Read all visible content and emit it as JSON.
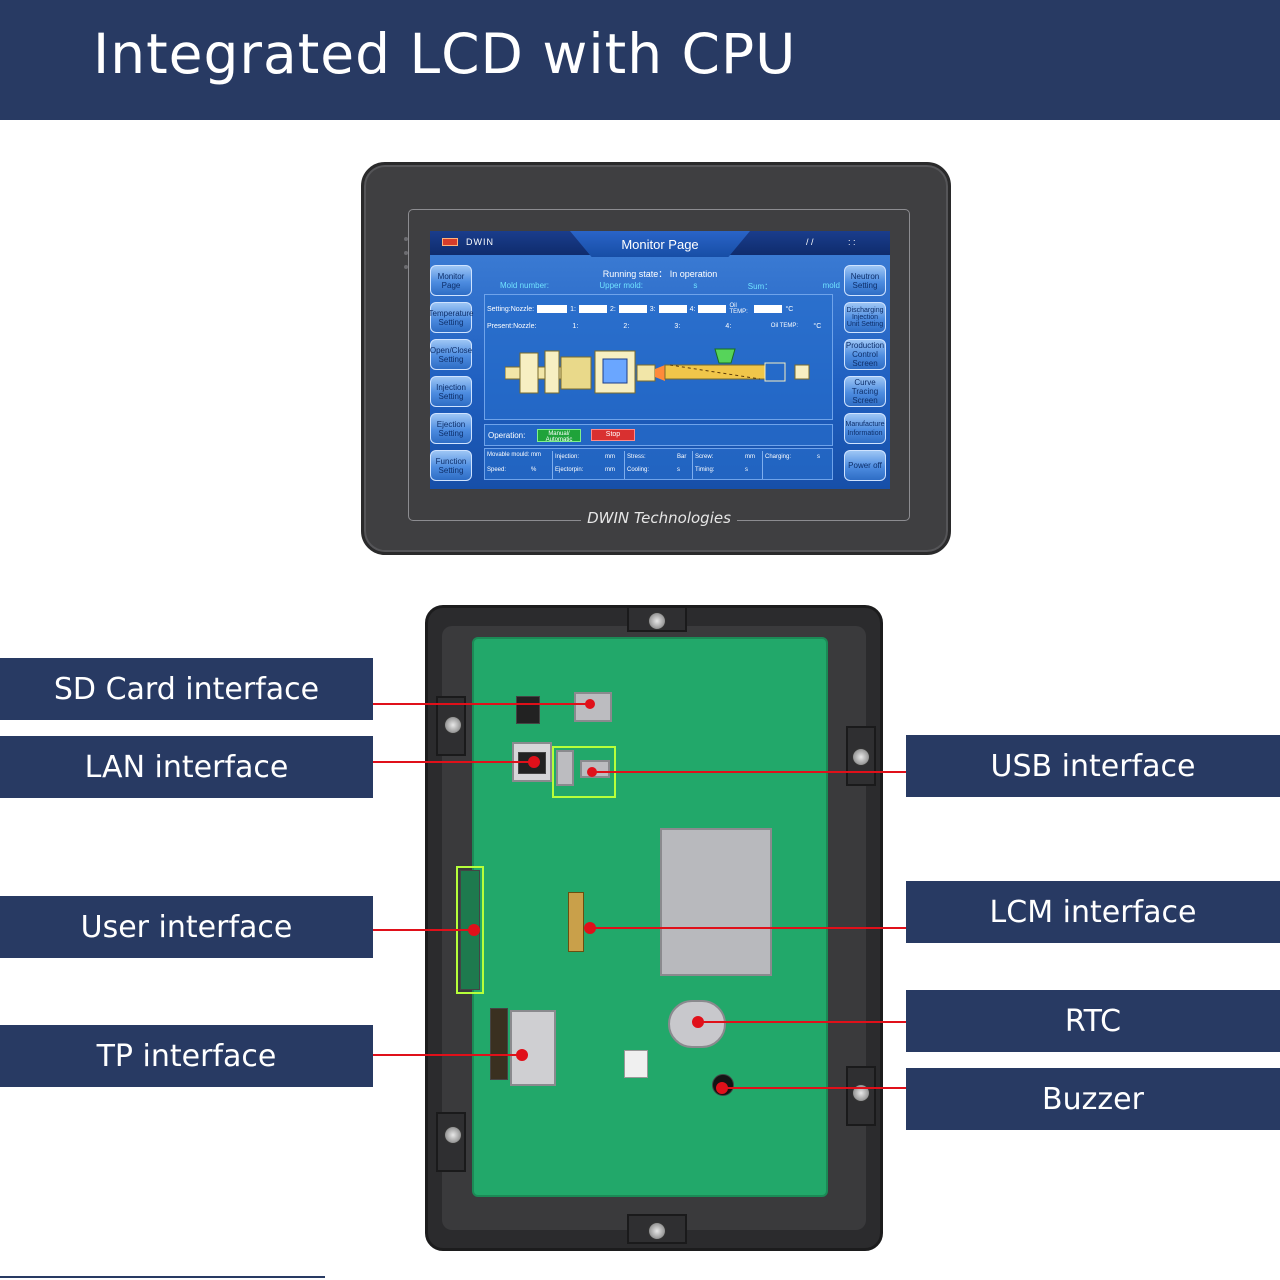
{
  "header": {
    "title": "Integrated LCD with CPU"
  },
  "device_front": {
    "brand": "DWIN Technologies",
    "screen": {
      "brand": "DWIN",
      "title": "Monitor Page",
      "date": "/   /",
      "time": ":   :",
      "running_state": "Running state： In operation",
      "mold_number": "Mold number:",
      "upper_mold": "Upper mold:",
      "upper_unit": "s",
      "sum": "Sum：",
      "sum_unit": "mold",
      "left_menu": [
        "Monitor Page",
        "Temperature Setting",
        "Open/Close Setting",
        "Injection Setting",
        "Ejection Setting",
        "Function Setting"
      ],
      "right_menu": [
        "Neutron Setting",
        "Discharging Injection Unit Setting",
        "Production Control Screen",
        "Curve Tracing Screen",
        "Manufacture Information",
        "Power off"
      ],
      "setting_label": "Setting:Nozzle:",
      "present_label": "Present:Nozzle:",
      "zones": [
        "1:",
        "2:",
        "3:",
        "4:"
      ],
      "oil_temp": "Oil TEMP:",
      "deg": "°C",
      "operation_label": "Operation:",
      "manual_auto": "Manual/ Automatic",
      "stop": "Stop",
      "bottom": {
        "movable_mould": "Movable mould:",
        "mm": "mm",
        "speed": "Speed:",
        "percent": "%",
        "injection": "Injection:",
        "ejectorpin": "Ejectorpin:",
        "stress": "Stress:",
        "bar": "Bar",
        "cooling": "Cooling:",
        "s": "s",
        "screw": "Screw:",
        "timing": "Timing:",
        "charging": "Charging:"
      }
    }
  },
  "callouts": {
    "left": [
      "SD Card interface",
      "LAN interface",
      "User interface",
      "TP interface"
    ],
    "right": [
      "USB interface",
      "LCM interface",
      "RTC",
      "Buzzer"
    ],
    "line_color": "#e0101a",
    "label_bg": "#283a63",
    "highlight_color": "#b6ff3a"
  }
}
